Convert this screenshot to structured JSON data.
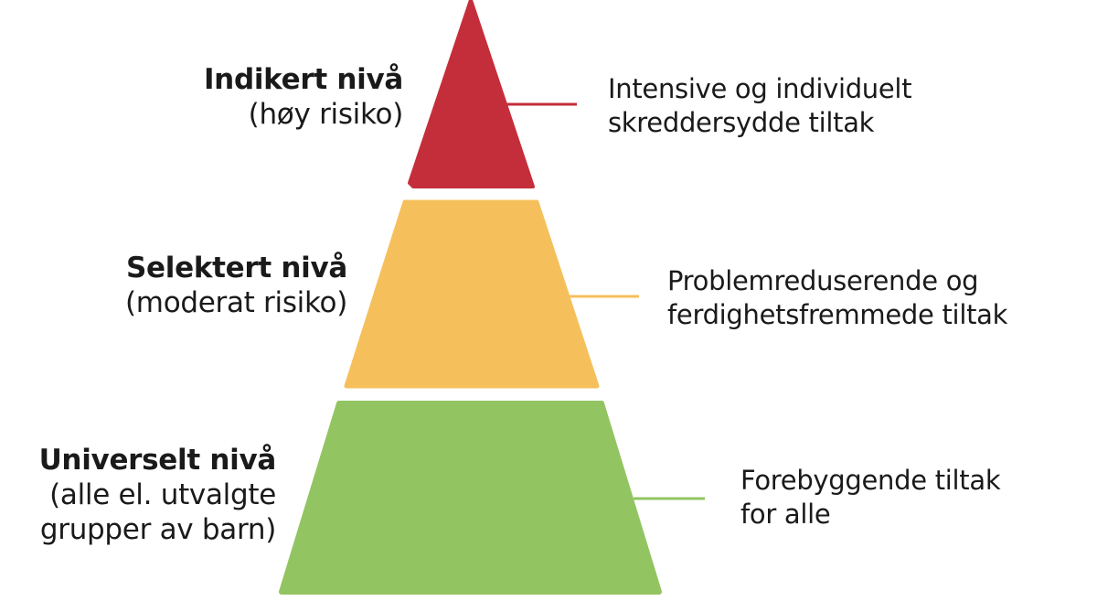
{
  "colors": {
    "top": "#c42e3a",
    "middle": "#f5c05c",
    "bottom": "#93c462",
    "text": "#1a1a1a",
    "background": "#ffffff"
  },
  "levels": [
    {
      "title": "Indikert nivå",
      "subtitle_lines": [
        "(høy risiko)"
      ],
      "description_lines": [
        "Intensive og individuelt",
        "skreddersydde tiltak"
      ]
    },
    {
      "title": "Selektert nivå",
      "subtitle_lines": [
        "(moderat risiko)"
      ],
      "description_lines": [
        "Problemreduserende og",
        "ferdighetsfremmede tiltak"
      ]
    },
    {
      "title": "Universelt nivå",
      "subtitle_lines": [
        "(alle el. utvalgte",
        "grupper av barn)"
      ],
      "description_lines": [
        "Forebyggende tiltak",
        "for alle"
      ]
    }
  ]
}
